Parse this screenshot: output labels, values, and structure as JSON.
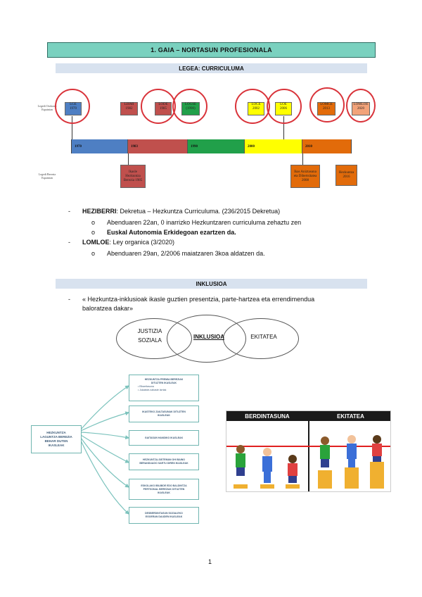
{
  "header": {
    "title": "1.     GAIA – NORTASUN PROFESIONALA"
  },
  "curriculum": {
    "heading": "LEGEA: CURRICULUMA",
    "row_label_top": "Legedi Orokorra Espainian",
    "row_label_bottom": "Legedi Berezia Espainian",
    "laws_top": [
      {
        "l1": "LGE",
        "l2": "1970",
        "color": "#4e7fc3"
      },
      {
        "l1": "LISMI",
        "l2": "1982",
        "color": "#c0504d"
      },
      {
        "l1": "LODE",
        "l2": "1985",
        "color": "#c0504d"
      },
      {
        "l1": "LOGSE",
        "l2": "(1990)",
        "color": "#21a04a"
      },
      {
        "l1": "LOCE",
        "l2": "2002",
        "color": "#ffff00"
      },
      {
        "l1": "LOE",
        "l2": "2006",
        "color": "#ffff00"
      },
      {
        "l1": "LOMCE",
        "l2": "2013",
        "color": "#e26b0a"
      },
      {
        "l1": "LOMLOE",
        "l2": "2020",
        "color": "#f2a37a"
      }
    ],
    "timeline": [
      {
        "label": "1970",
        "color": "#4e7fc3"
      },
      {
        "label": "1983",
        "color": "#c0504d"
      },
      {
        "label": "1990",
        "color": "#21a04a"
      },
      {
        "label": "2000",
        "color": "#ffff00"
      },
      {
        "label": "2010",
        "color": "#e26b0a"
      }
    ],
    "laws_bottom": [
      {
        "text": "Ikasle Hezkuntza Berezia 1985",
        "color": "#c0504d"
      },
      {
        "text": "Ikas Aniztasuna eta Dibertsitatea 2008",
        "color": "#e26b0a"
      },
      {
        "text": "Hezkuntza 2016",
        "color": "#e26b0a"
      }
    ]
  },
  "bullets": [
    {
      "bold": "HEZIBERRI",
      "text": ": Dekretua – Hezkuntza Curriculuma. (236/2015 Dekretua)",
      "sub": [
        {
          "text": "Abenduaren 22an, 0 inarrizko Hezkuntzaren curriculuma zehaztu zen",
          "bold": false
        },
        {
          "text": "Euskal Autonomia Erkidegoan ezartzen da.",
          "bold": true
        }
      ]
    },
    {
      "bold": "LOMLOE",
      "text": ": Ley organica (3/2020)",
      "sub": [
        {
          "text": "Abenduaren 29an, 2/2006 maiatzaren 3koa aldatzen da.",
          "bold": false
        }
      ]
    }
  ],
  "inklusioa": {
    "heading": "INKLUSIOA",
    "quote_line1": "« Hezkuntza-inklusioak ikasle guztien  presentzia, parte-hartzea eta  errendimendua",
    "quote_line2": "baloratzea dakar»",
    "venn": {
      "left_1": "JUSTIZIA",
      "left_2": "SOZIALA",
      "center": "INKLUSIOA",
      "right": "EKITATEA"
    }
  },
  "mindmap": {
    "center_1": "HEZKUNTZA",
    "center_2": "LAGUNTZA BEREZIA",
    "center_3": "BEHAR DUTEN",
    "center_4": "IKASLEAK",
    "branches": [
      {
        "t1": "HEZKUNTZA PREMIA BEREZIAK",
        "t2": "DITUZTEN IKASLEAK",
        "s1": "• Elbarritasuna",
        "s2": "• Jokabide-nahaste larriak"
      },
      {
        "t1": "IKASTEKO ZAILTASUNAK DITUZTEN",
        "t2": "IKASLEAK",
        "s1": "",
        "s2": ""
      },
      {
        "t1": "GAITASUN HANDIKO IKASLEAK",
        "t2": "",
        "s1": "",
        "s2": ""
      },
      {
        "t1": "HEZKUNTZA-SISTEMAN OHI BAINO",
        "t2": "BERANDUAGO SARTU DIREN IKASLEAK",
        "s1": "",
        "s2": ""
      },
      {
        "t1": "ESKOLAKO IBILBIDE EDO BALDINTZA",
        "t2": "PERTSONAL BEREZIAK DITUZTEN",
        "s1": "IKASLEAK",
        "s2": ""
      },
      {
        "t1": "DESBERDINTASUN SOZIALEKO",
        "t2": "EGOERAN DAUDEN IKASLEAK",
        "s1": "",
        "s2": ""
      }
    ]
  },
  "equity": {
    "left": "BERDINTASUNA",
    "right": "EKITATEA"
  },
  "page_number": "1"
}
